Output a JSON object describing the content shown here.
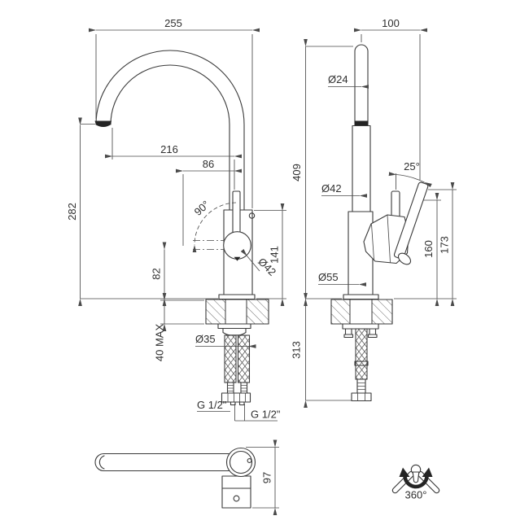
{
  "front_view": {
    "spout_reach": "255",
    "outlet_distance": "216",
    "handle_distance": "86",
    "spout_height": "282",
    "swivel_angle": "90°",
    "outlet_height": "82",
    "body_diameter": "Ø42",
    "body_height": "141",
    "counter_thickness": "40 MAX",
    "hole_diameter": "Ø35",
    "left_hose_thread": "G 1/2\"",
    "right_hose_thread": "G 1/2\""
  },
  "side_view": {
    "handle_reach": "100",
    "spout_tube_diameter": "Ø24",
    "total_height": "409",
    "handle_angle": "25°",
    "riser_diameter": "Ø42",
    "base_diameter": "Ø55",
    "handle_base_height": "160",
    "handle_tip_height": "173",
    "hose_drop": "313"
  },
  "top_view": {
    "body_depth": "97"
  },
  "rotation_icon": {
    "label": "360°"
  },
  "colors": {
    "background": "#ffffff",
    "line": "#3a3a3a",
    "dimension": "#4a4a4a",
    "text": "#2f2f2f"
  }
}
